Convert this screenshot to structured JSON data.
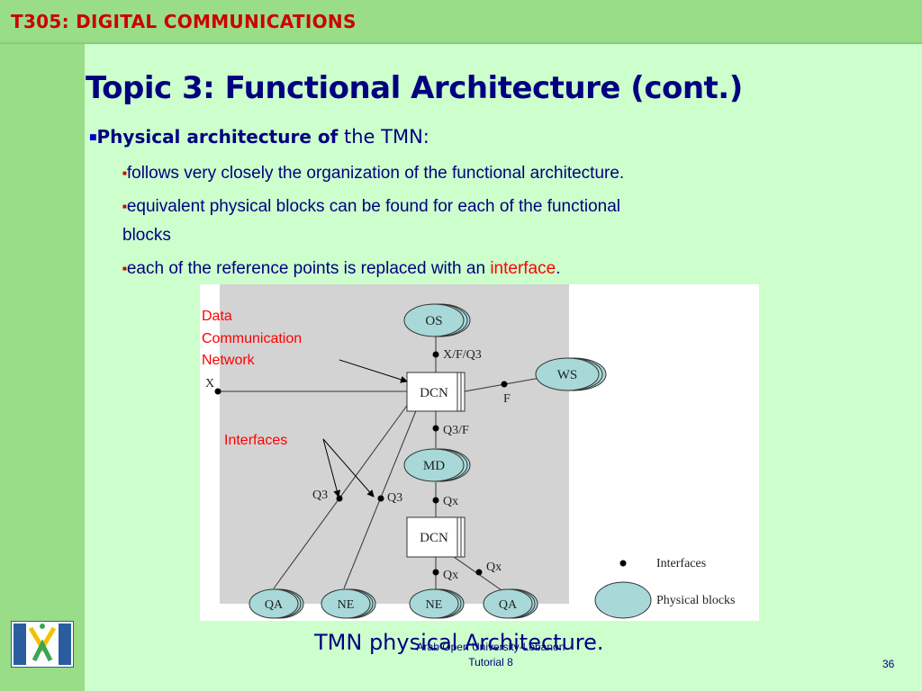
{
  "header": {
    "course": "T305: DIGITAL COMMUNICATIONS"
  },
  "slide": {
    "title": "Topic 3: Functional Architecture (cont.)",
    "bullet1_bold": "Physical architecture of",
    "bullet1_rest": " the TMN:",
    "sub1": "follows very closely the organization of the functional architecture.",
    "sub2_line1": "equivalent physical blocks can be found for each of the functional",
    "sub2_line2": "blocks",
    "sub3_pre": "each of the reference points is replaced with an ",
    "sub3_highlight": "interface",
    "sub3_post": "."
  },
  "diagram": {
    "annot_dcn_1": "Data",
    "annot_dcn_2": "Communication",
    "annot_dcn_3": "Network",
    "annot_interfaces": "Interfaces",
    "nodes": {
      "os": "OS",
      "ws": "WS",
      "dcn_top": "DCN",
      "md": "MD",
      "dcn_bottom": "DCN",
      "qa_left": "QA",
      "ne_left": "NE",
      "ne_right": "NE",
      "qa_right": "QA"
    },
    "labels": {
      "xfq3": "X/F/Q3",
      "x": "X",
      "f": "F",
      "q3f": "Q3/F",
      "q3_left": "Q3",
      "q3_mid": "Q3",
      "qx_md": "Qx",
      "qx_ne": "Qx",
      "qx_qa": "Qx"
    },
    "legend": {
      "interfaces": "Interfaces",
      "blocks": "Physical blocks"
    }
  },
  "caption": "TMN physical Architecture.",
  "footer": {
    "line1": "Arab Open University-Lebanon",
    "line2": "Tutorial 8",
    "page": "36"
  },
  "colors": {
    "title": "#000080",
    "accent_red": "#ff0000",
    "background": "#ccffcc",
    "bar": "#99dd88",
    "node_fill": "#a8d8d8"
  }
}
